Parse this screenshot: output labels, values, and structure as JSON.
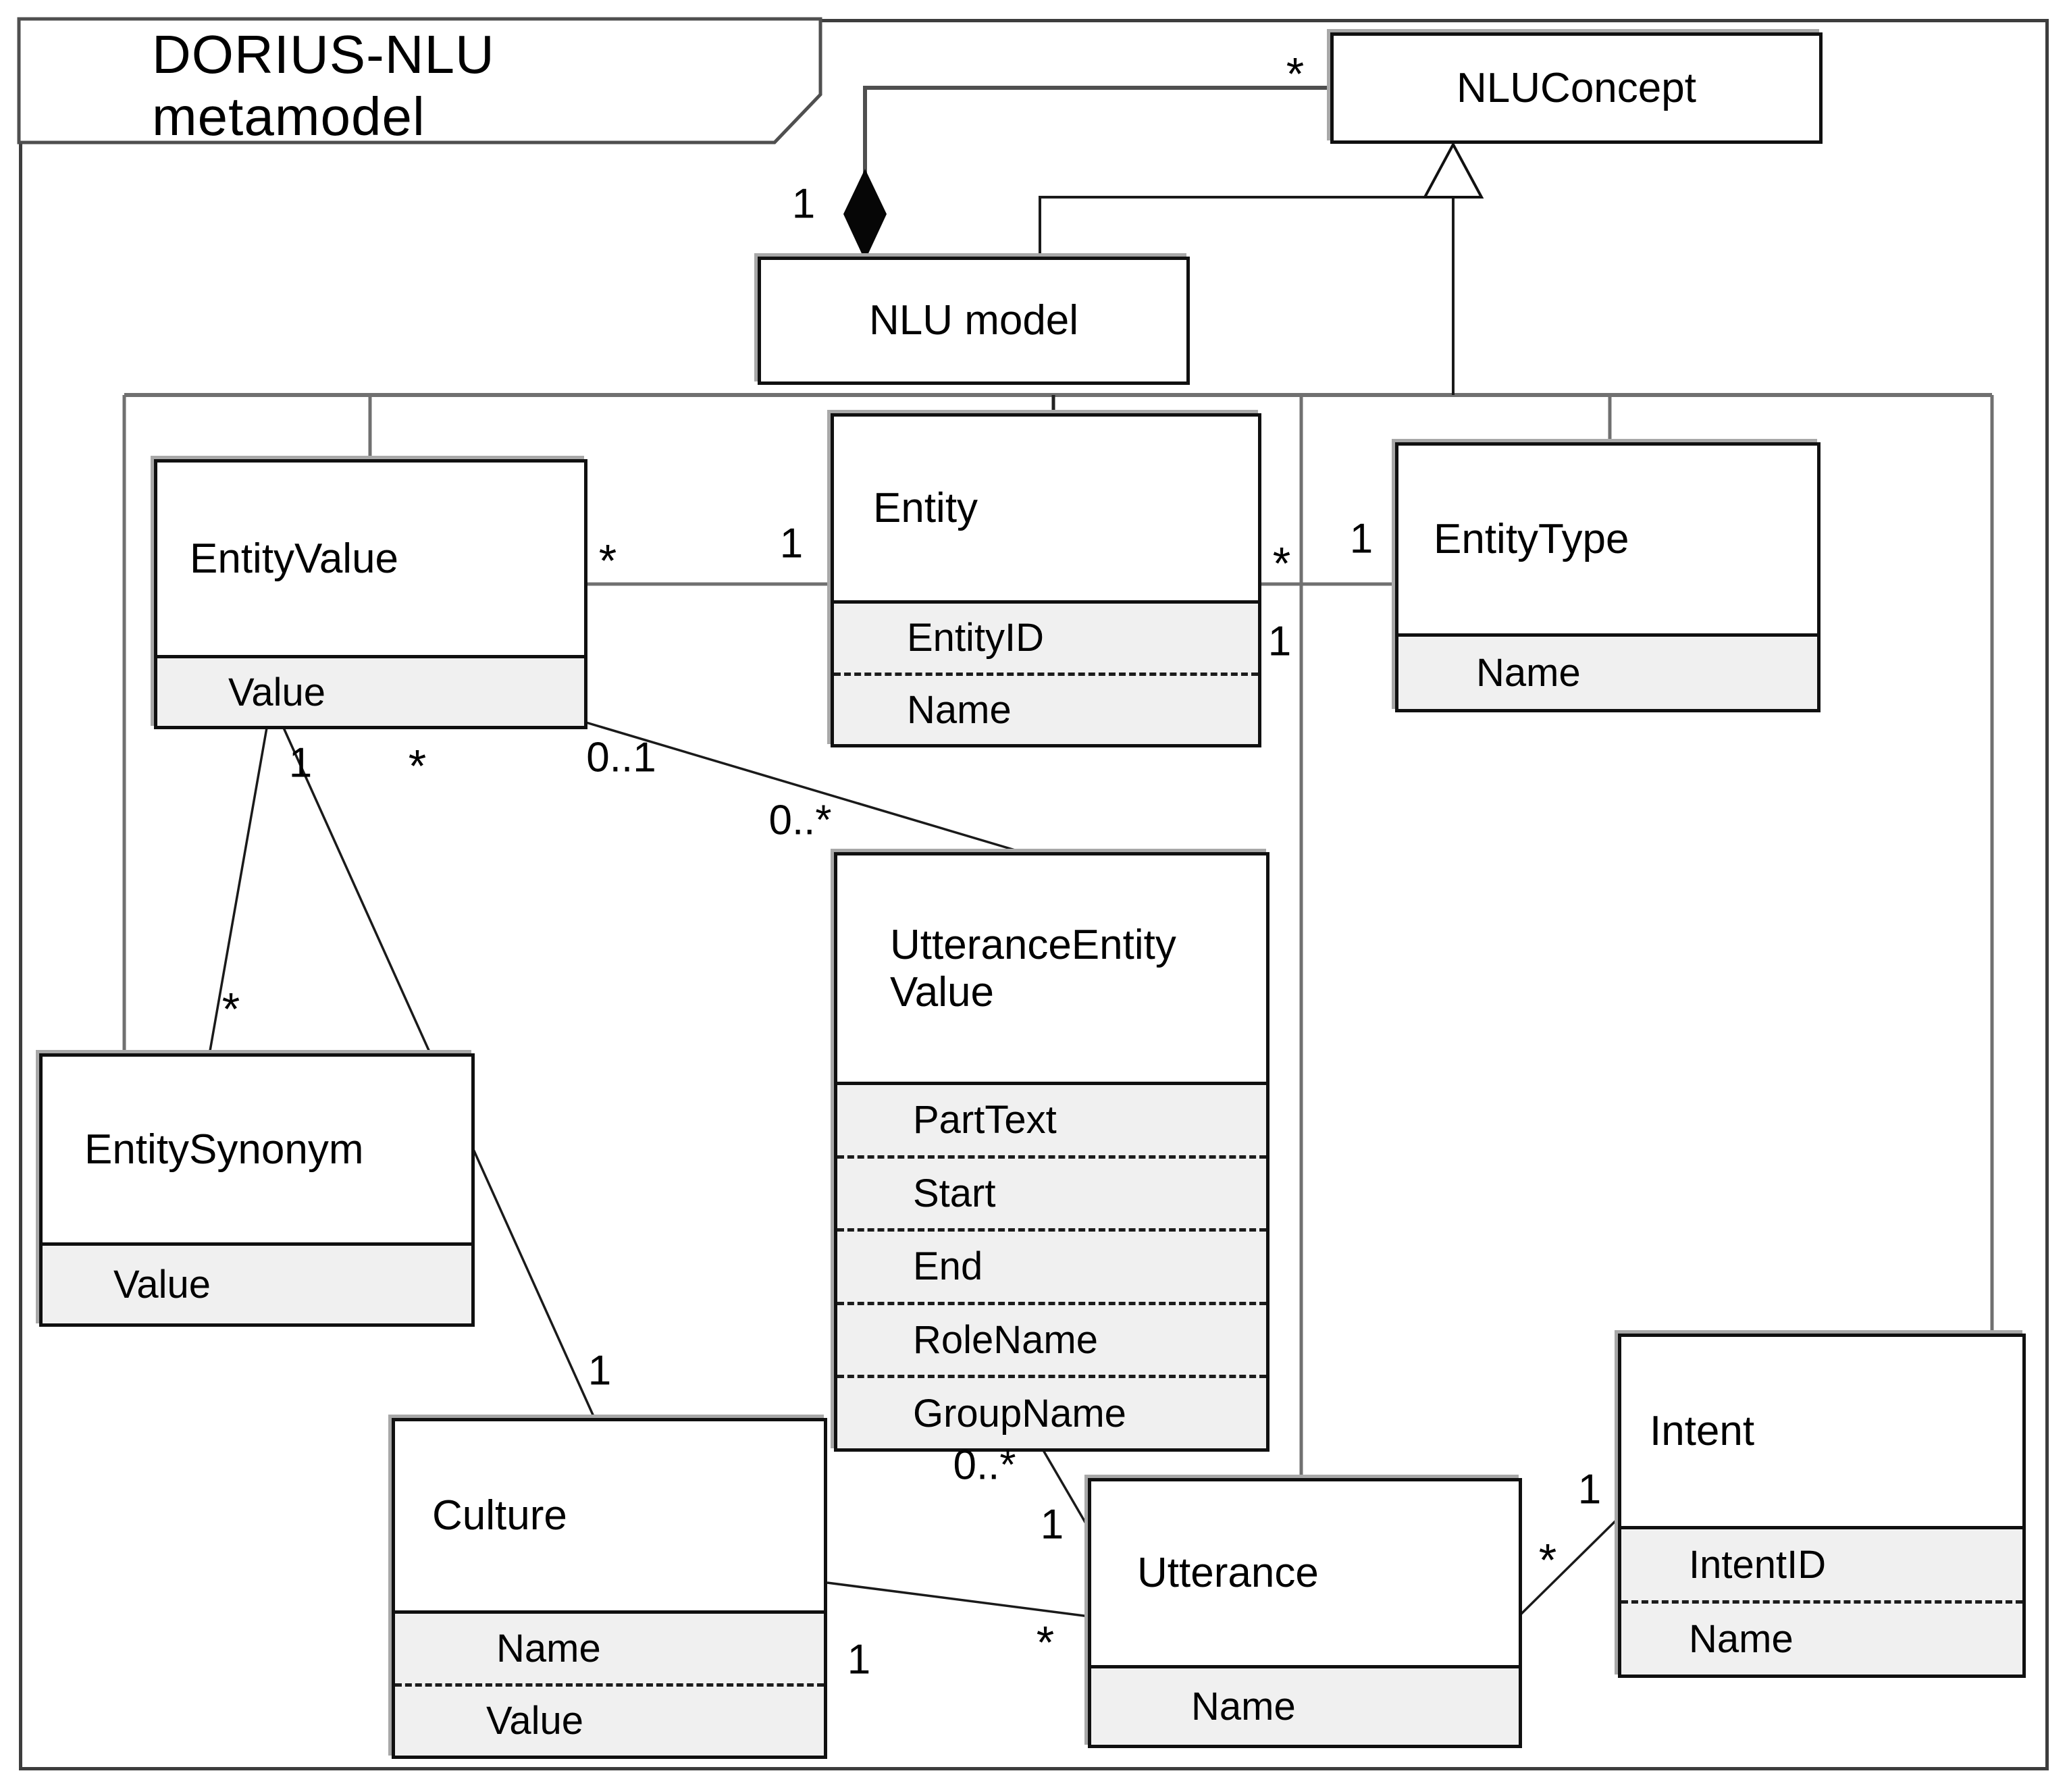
{
  "frame": {
    "title": "DORIUS-NLU metamodel"
  },
  "classes": {
    "nluconcept": {
      "name": "NLUConcept",
      "attrs": []
    },
    "nlumodel": {
      "name": "NLU model",
      "attrs": []
    },
    "entityvalue": {
      "name": "EntityValue",
      "attrs": [
        "Value"
      ]
    },
    "entity": {
      "name": "Entity",
      "attrs": [
        "EntityID",
        "Name"
      ]
    },
    "entitytype": {
      "name": "EntityType",
      "attrs": [
        "Name"
      ]
    },
    "entitysynonym": {
      "name": "EntitySynonym",
      "attrs": [
        "Value"
      ]
    },
    "utteranceentityvalue": {
      "name": "UtteranceEntity\nValue",
      "attrs": [
        "PartText",
        "Start",
        "End",
        "RoleName",
        "GroupName"
      ]
    },
    "culture": {
      "name": "Culture",
      "attrs": [
        "Name",
        "Value"
      ]
    },
    "utterance": {
      "name": "Utterance",
      "attrs": [
        "Name"
      ]
    },
    "intent": {
      "name": "Intent",
      "attrs": [
        "IntentID",
        "Name"
      ]
    }
  },
  "relations": {
    "nlumodel_composes_nluconcept": {
      "whole": "NLU model",
      "part": "NLUConcept",
      "whole_mult": "1",
      "part_mult": "*",
      "kind": "composition"
    },
    "nluconcept_generalization": {
      "parent": "NLUConcept",
      "children": [
        "NLU model",
        "EntitySynonym",
        "EntityValue",
        "Entity",
        "Utterance",
        "EntityType",
        "Intent"
      ],
      "kind": "generalization"
    },
    "entityvalue_entity": {
      "a_mult": "*",
      "b_mult": "1"
    },
    "entity_entitytype": {
      "a_mult": "*",
      "b_mult": "1"
    },
    "utterance_link": {
      "mult": "1"
    },
    "entityvalue_entitysynonym": {
      "a_mult": "1",
      "b_mult": "*"
    },
    "entityvalue_culture": {
      "a_mult": "*",
      "b_mult": "1"
    },
    "entityvalue_uev": {
      "a_mult": "0..1",
      "b_mult": "0..*"
    },
    "uev_utterance": {
      "a_mult": "0..*",
      "b_mult": "1"
    },
    "culture_utterance": {
      "a_mult": "1",
      "b_mult": "*"
    },
    "utterance_intent": {
      "a_mult": "*",
      "b_mult": "1"
    }
  },
  "labels": {
    "comp_1": "1",
    "comp_many": "*",
    "ev_entity_many": "*",
    "ev_entity_1": "1",
    "entity_type_many": "*",
    "entity_type_1": "1",
    "utterance_line_1": "1",
    "ev_syn_1": "1",
    "ev_syn_many": "*",
    "ev_culture_many": "*",
    "ev_culture_1": "1",
    "ev_uev_01": "0..1",
    "ev_uev_0many": "0..*",
    "uev_utt_0many": "0..*",
    "uev_utt_1": "1",
    "culture_utt_1": "1",
    "culture_utt_many": "*",
    "utt_intent_many": "*",
    "utt_intent_1": "1"
  },
  "colors": {
    "box_border": "#101010",
    "attr_fill": "#f0f0f0",
    "gray_line": "#707070",
    "black_line": "#1a1a1a",
    "frame_border": "#3d3d3d",
    "shadow": "#a8a8a8"
  }
}
